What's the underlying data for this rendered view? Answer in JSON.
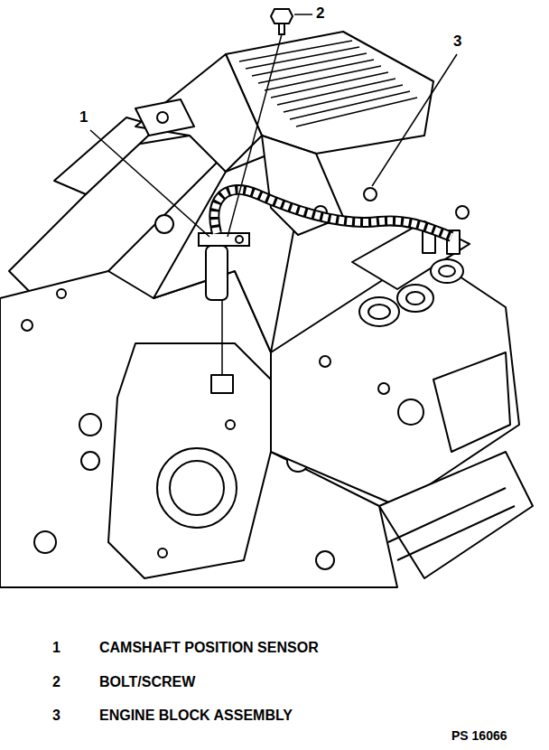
{
  "diagram": {
    "labels": [
      "2",
      "1",
      "3",
      "1",
      "CAMSHAFT POSITION SENSOR",
      "2",
      "BOLT/SCREW",
      "3",
      "ENGINE BLOCK ASSEMBLY",
      "PS 16066"
    ]
  }
}
